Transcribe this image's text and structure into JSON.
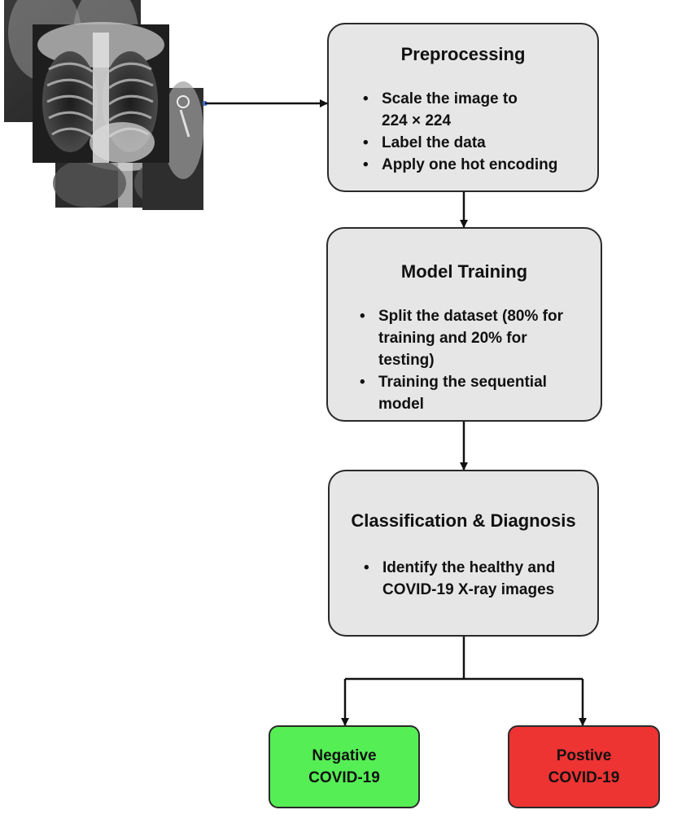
{
  "preprocessing": {
    "title": "Preprocessing",
    "steps": [
      [
        "Scale the image to",
        "224 × 224"
      ],
      [
        "Label the data"
      ],
      [
        "Apply one hot encoding"
      ]
    ]
  },
  "model_training": {
    "title": "Model Training",
    "steps": [
      [
        "Split the dataset (80% for",
        "training and 20% for",
        "testing)"
      ],
      [
        "Training the sequential",
        "model"
      ]
    ]
  },
  "classification": {
    "title": "Classification & Diagnosis",
    "steps": [
      [
        "Identify the healthy and",
        "COVID-19 X-ray images"
      ]
    ]
  },
  "outcomes": {
    "negative": {
      "line1": "Negative",
      "line2": "COVID-19",
      "color": "#55ee55"
    },
    "positive": {
      "line1": "Postive",
      "line2": "COVID-19",
      "color": "#ee3333"
    }
  },
  "box_fill": "#e6e6e6"
}
